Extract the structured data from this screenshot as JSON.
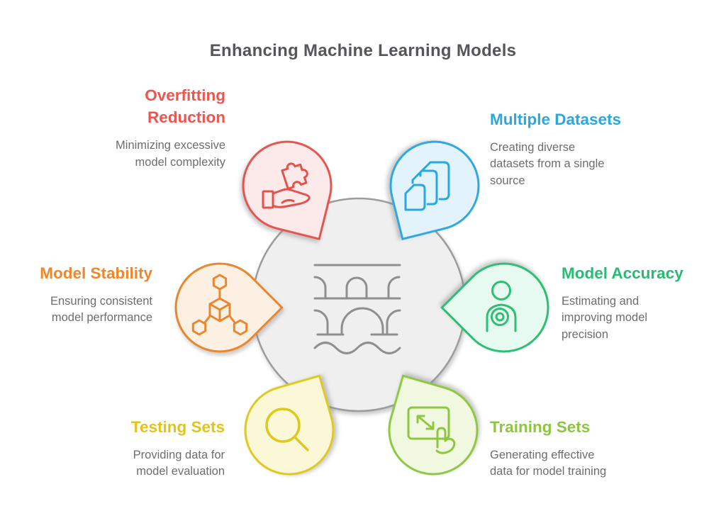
{
  "title": "Enhancing Machine Learning Models",
  "title_color": "#55565A",
  "background_color": "#FFFFFF",
  "center": {
    "icon": "bridge-icon",
    "fill_color": "#EFEFEF",
    "border_color": "#9C9C9C",
    "icon_color": "#8F8F8F"
  },
  "nodes": [
    {
      "id": "overfitting-reduction",
      "title": "Overfitting\nReduction",
      "description": "Minimizing excessive\nmodel complexity",
      "icon": "hand-puzzle-icon",
      "position": "top-left",
      "text_align": "right",
      "text_color": "#ED5551",
      "border_color": "#E4524E",
      "fill_color": "#FCE9E9"
    },
    {
      "id": "multiple-datasets",
      "title": "Multiple Datasets",
      "description": "Creating diverse\ndatasets from a single\nsource",
      "icon": "stacked-cards-icon",
      "position": "top-right",
      "text_align": "left",
      "text_color": "#29A8E0",
      "border_color": "#29A8E0",
      "fill_color": "#E3F3FC"
    },
    {
      "id": "model-stability",
      "title": "Model Stability",
      "description": "Ensuring consistent\nmodel performance",
      "icon": "molecule-icon",
      "position": "left",
      "text_align": "right",
      "text_color": "#EE872B",
      "border_color": "#E8872E",
      "fill_color": "#FCF0E3"
    },
    {
      "id": "model-accuracy",
      "title": "Model Accuracy",
      "description": "Estimating and\nimproving model\nprecision",
      "icon": "person-target-icon",
      "position": "right",
      "text_align": "left",
      "text_color": "#2BBA74",
      "border_color": "#2FBE75",
      "fill_color": "#E7FAEF"
    },
    {
      "id": "testing-sets",
      "title": "Testing Sets",
      "description": "Providing data for\nmodel evaluation",
      "icon": "magnifier-icon",
      "position": "bottom-left",
      "text_align": "right",
      "text_color": "#E3C414",
      "border_color": "#DFC91A",
      "fill_color": "#FBF8D8"
    },
    {
      "id": "training-sets",
      "title": "Training Sets",
      "description": "Generating effective\ndata for model training",
      "icon": "resize-touch-icon",
      "position": "bottom-right",
      "text_align": "left",
      "text_color": "#8CC63F",
      "border_color": "#8EC73F",
      "fill_color": "#F0F8DF"
    }
  ]
}
